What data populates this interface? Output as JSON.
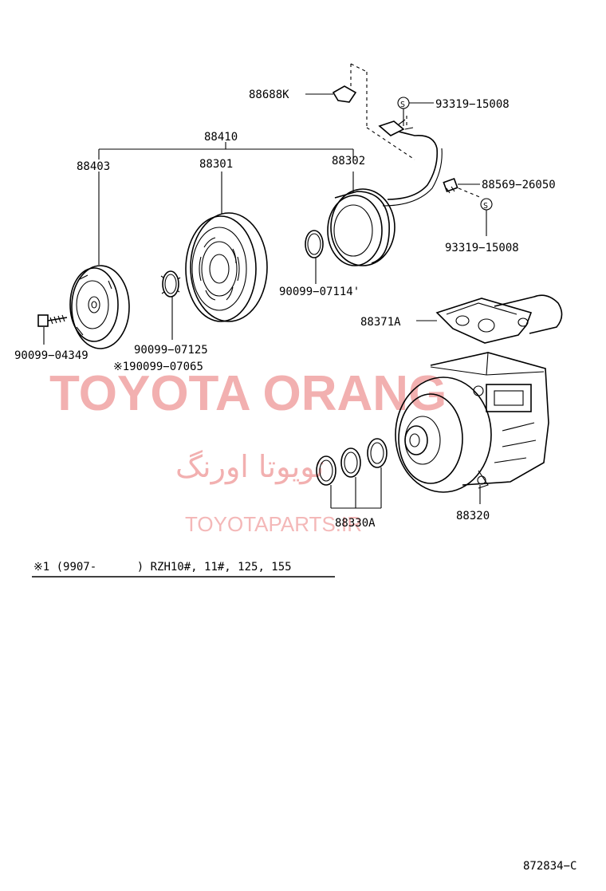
{
  "labels": {
    "p88688K": "88688K",
    "p93319_top": "93319−15008",
    "p88410": "88410",
    "p88403": "88403",
    "p88301": "88301",
    "p88302": "88302",
    "p88569": "88569−26050",
    "p93319_bottom": "93319−15008",
    "p90099_07114": "90099−07114'",
    "p88371A": "88371A",
    "p90099_04349": "90099−04349",
    "p90099_07125": "90099−07125",
    "p90099_07065": "※190099−07065",
    "p88330A": "88330A",
    "p88320": "88320"
  },
  "symbols": {
    "s_mark": "S"
  },
  "note": "※1 (9907-      ) RZH10#, 11#, 125, 155",
  "diagram_code": "872834−C",
  "watermark": {
    "brand": "TOYOTA ORANG",
    "persian": "تویوتا اورنگ",
    "site": "TOYOTAPARTS.IR"
  },
  "colors": {
    "watermark": "#f2b0b0",
    "ink": "#000000"
  }
}
